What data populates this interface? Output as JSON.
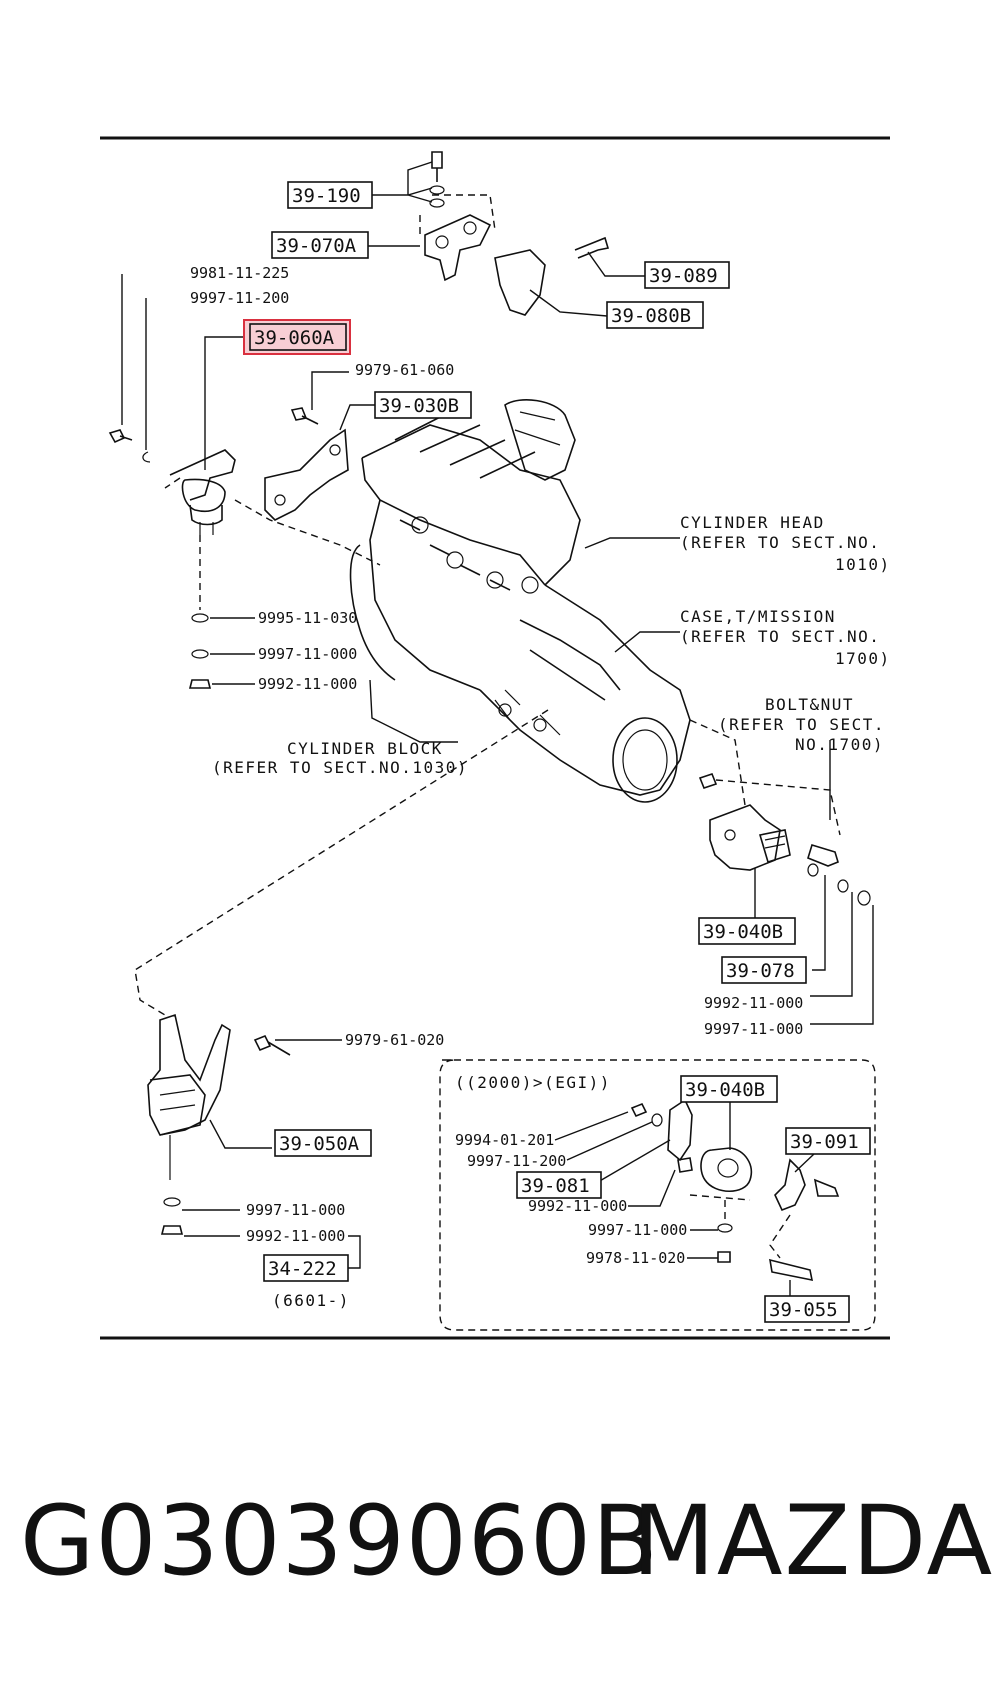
{
  "callouts": {
    "c39_190": "39-190",
    "c39_070a": "39-070A",
    "c39_089": "39-089",
    "c39_080b": "39-080B",
    "c39_060a": "39-060A",
    "c39_030b": "39-030B",
    "c39_040b": "39-040B",
    "c39_078": "39-078",
    "c39_050a": "39-050A",
    "c34_222": "34-222",
    "c39_040b_2": "39-040B",
    "c39_091": "39-091",
    "c39_081": "39-081",
    "c39_055": "39-055"
  },
  "part_numbers": {
    "p9981_11_225": "9981-11-225",
    "p9997_11_200": "9997-11-200",
    "p9979_61_060": "9979-61-060",
    "p9995_11_030": "9995-11-030",
    "p9997_11_000_a": "9997-11-000",
    "p9992_11_000_a": "9992-11-000",
    "p9992_11_000_b": "9992-11-000",
    "p9997_11_000_b": "9997-11-000",
    "p9979_61_020": "9979-61-020",
    "p9997_11_000_c": "9997-11-000",
    "p9992_11_000_c": "9992-11-000",
    "p6601": "(6601-)",
    "p9994_01_201": "9994-01-201",
    "p9997_11_200_b": "9997-11-200",
    "p9992_11_000_d": "9992-11-000",
    "p9997_11_000_d": "9997-11-000",
    "p9978_11_020": "9978-11-020"
  },
  "notes": {
    "cyl_head_1": "CYLINDER HEAD",
    "cyl_head_2": "(REFER TO SECT.NO.",
    "cyl_head_3": "1010)",
    "case_1": "CASE,T/MISSION",
    "case_2": "(REFER TO SECT.NO.",
    "case_3": "1700)",
    "bolt_1": "BOLT&NUT",
    "bolt_2": "(REFER TO SECT.",
    "bolt_3": "NO.1700)",
    "block_1": "CYLINDER BLOCK",
    "block_2": "(REFER TO SECT.NO.1030)",
    "inset": "((2000)>(EGI))"
  },
  "highlight": {
    "callout": "39-060A",
    "color": "#d9303f"
  },
  "footer": {
    "part_code": "G03039060B",
    "brand": "MAZDA"
  }
}
